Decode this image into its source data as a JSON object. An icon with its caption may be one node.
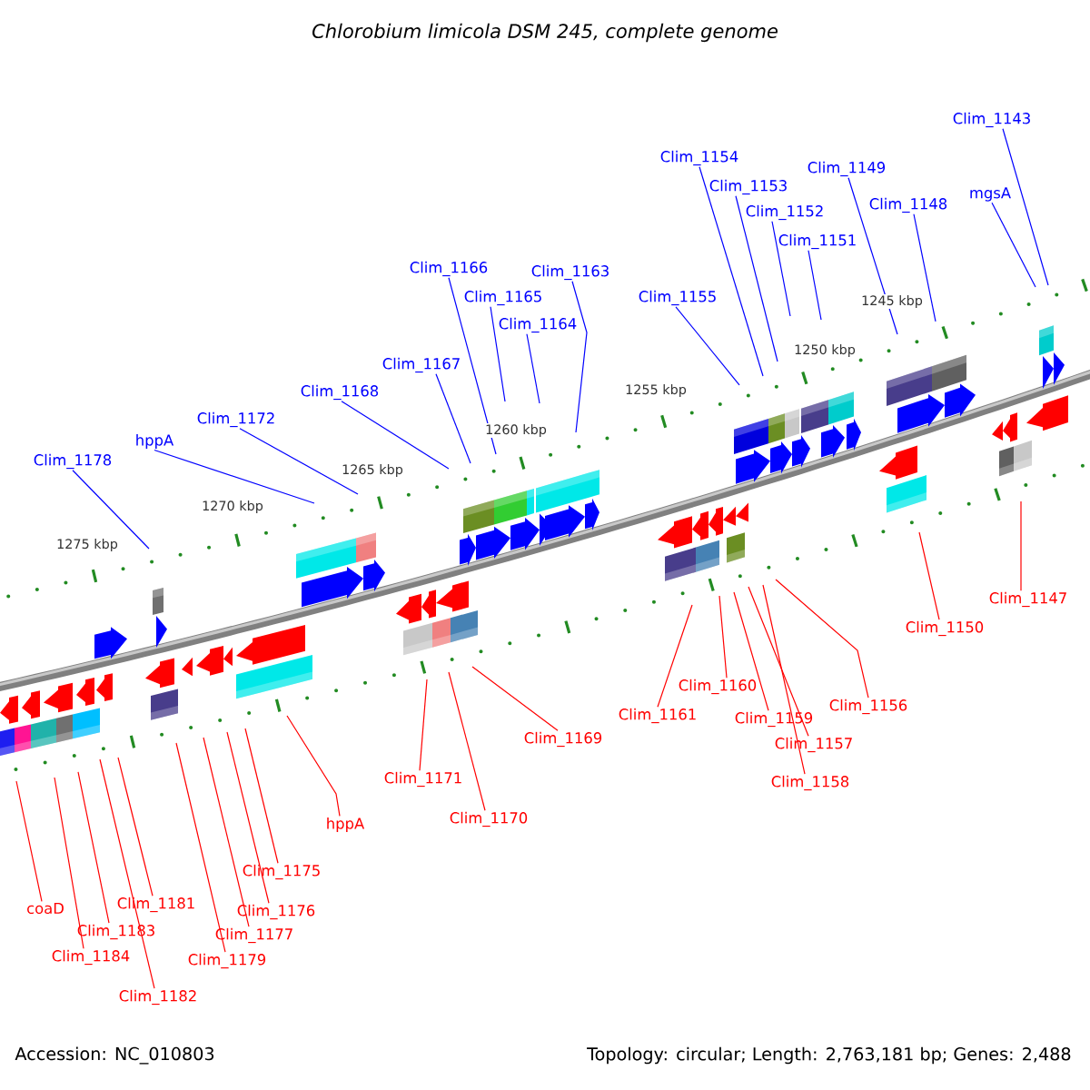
{
  "diagram": {
    "title": "Chlorobium limicola DSM 245, complete genome",
    "nodes": [
      {
        "text": [
          "Clim_1143"
        ]
      },
      {
        "text": [
          "Clim_1154"
        ]
      },
      {
        "text": [
          "Clim_1149"
        ]
      },
      {
        "text": [
          "Clim_1153"
        ]
      },
      {
        "text": [
          "mgsA"
        ]
      },
      {
        "text": [
          "Clim_1148"
        ]
      },
      {
        "text": [
          "Clim_1152"
        ]
      },
      {
        "text": [
          "Clim_1151"
        ]
      },
      {
        "text": [
          "Clim_1166"
        ]
      },
      {
        "text": [
          "Clim_1163"
        ]
      },
      {
        "text": [
          "Clim_1155"
        ]
      },
      {
        "text": [
          "Clim_1165"
        ]
      },
      {
        "text": [
          "Clim_1164"
        ]
      },
      {
        "text": [
          "Clim_1167"
        ]
      },
      {
        "text": [
          "Clim_1168"
        ]
      },
      {
        "text": [
          "Clim_1172"
        ]
      },
      {
        "text": [
          "hppA"
        ]
      },
      {
        "text": [
          "Clim_1178"
        ]
      },
      {
        "text": [
          "Clim_1147"
        ]
      },
      {
        "text": [
          "Clim_1150"
        ]
      },
      {
        "text": [
          "Clim_1160"
        ]
      },
      {
        "text": [
          "Clim_1156"
        ]
      },
      {
        "text": [
          "Clim_1161"
        ]
      },
      {
        "text": [
          "Clim_1159"
        ]
      },
      {
        "text": [
          "Clim_1169"
        ]
      },
      {
        "text": [
          "Clim_1157"
        ]
      },
      {
        "text": [
          "Clim_1171"
        ]
      },
      {
        "text": [
          "Clim_1158"
        ]
      },
      {
        "text": [
          "Clim_1170"
        ]
      },
      {
        "text": [
          "hppA"
        ]
      },
      {
        "text": [
          "Clim_1175"
        ]
      },
      {
        "text": [
          "Clim_1181"
        ]
      },
      {
        "text": [
          "coaD"
        ]
      },
      {
        "text": [
          "Clim_1176"
        ]
      },
      {
        "text": [
          "Clim_1183"
        ]
      },
      {
        "text": [
          "Clim_1177"
        ]
      },
      {
        "text": [
          "Clim_1184"
        ]
      },
      {
        "text": [
          "Clim_1179"
        ]
      },
      {
        "text": [
          "Clim_1182"
        ]
      }
    ],
    "edges": [
      {
        "from": 0,
        "to": null,
        "arrow": "none",
        "color": "#0000ff"
      },
      {
        "from": 1,
        "to": null,
        "arrow": "none",
        "color": "#0000ff"
      },
      {
        "from": 2,
        "to": null,
        "arrow": "none",
        "color": "#0000ff"
      },
      {
        "from": 3,
        "to": null,
        "arrow": "none",
        "color": "#0000ff"
      },
      {
        "from": 4,
        "to": null,
        "arrow": "none",
        "color": "#0000ff"
      },
      {
        "from": 5,
        "to": null,
        "arrow": "none",
        "color": "#0000ff"
      },
      {
        "from": 6,
        "to": null,
        "arrow": "none",
        "color": "#0000ff"
      },
      {
        "from": 7,
        "to": null,
        "arrow": "none",
        "color": "#0000ff"
      },
      {
        "from": 8,
        "to": null,
        "arrow": "none",
        "color": "#0000ff"
      },
      {
        "from": 9,
        "to": null,
        "arrow": "none",
        "color": "#0000ff"
      },
      {
        "from": 10,
        "to": null,
        "arrow": "none",
        "color": "#0000ff"
      },
      {
        "from": 11,
        "to": null,
        "arrow": "none",
        "color": "#0000ff"
      },
      {
        "from": 12,
        "to": null,
        "arrow": "none",
        "color": "#0000ff"
      },
      {
        "from": 13,
        "to": null,
        "arrow": "none",
        "color": "#0000ff"
      },
      {
        "from": 14,
        "to": null,
        "arrow": "none",
        "color": "#0000ff"
      },
      {
        "from": 15,
        "to": null,
        "arrow": "none",
        "color": "#0000ff"
      },
      {
        "from": 16,
        "to": null,
        "arrow": "none",
        "color": "#0000ff"
      },
      {
        "from": 17,
        "to": null,
        "arrow": "none",
        "color": "#0000ff"
      },
      {
        "from": 18,
        "to": null,
        "arrow": "none"
      },
      {
        "from": 19,
        "to": null,
        "arrow": "none"
      },
      {
        "from": 20,
        "to": null,
        "arrow": "none"
      },
      {
        "from": 21,
        "to": null,
        "arrow": "none"
      },
      {
        "from": 22,
        "to": null,
        "arrow": "none"
      },
      {
        "from": 23,
        "to": null,
        "arrow": "none"
      },
      {
        "from": 24,
        "to": null,
        "arrow": "none"
      },
      {
        "from": 25,
        "to": null,
        "arrow": "none"
      },
      {
        "from": 26,
        "to": null,
        "arrow": "none"
      },
      {
        "from": 27,
        "to": null,
        "arrow": "none"
      },
      {
        "from": 28,
        "to": null,
        "arrow": "none"
      },
      {
        "from": 29,
        "to": null,
        "arrow": "none"
      },
      {
        "from": 30,
        "to": null,
        "arrow": "none"
      },
      {
        "from": 31,
        "to": null,
        "arrow": "none"
      },
      {
        "from": 32,
        "to": null,
        "arrow": "none"
      },
      {
        "from": 33,
        "to": null,
        "arrow": "none"
      },
      {
        "from": 34,
        "to": null,
        "arrow": "none"
      },
      {
        "from": 35,
        "to": null,
        "arrow": "none"
      },
      {
        "from": 36,
        "to": null,
        "arrow": "none"
      },
      {
        "from": 37,
        "to": null,
        "arrow": "none"
      },
      {
        "from": 38,
        "to": null,
        "arrow": "none"
      }
    ],
    "labels": [
      "1245 kbp",
      "1250 kbp",
      "1255 kbp",
      "1260 kbp",
      "1265 kbp",
      "1270 kbp",
      "1275 kbp",
      "Accession: NC_010803",
      "Topology: circular; Length: 2,763,181 bp; Genes: 2,488"
    ]
  }
}
